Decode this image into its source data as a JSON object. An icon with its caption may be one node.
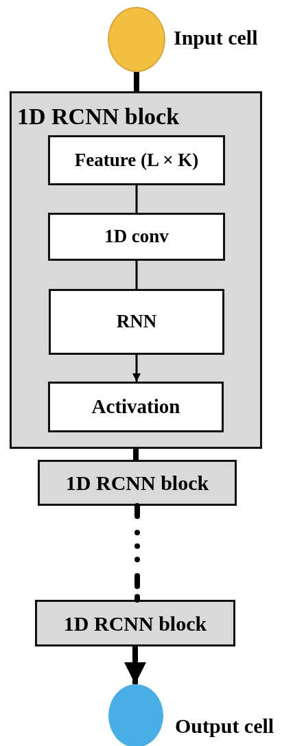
{
  "diagram": {
    "nodes": [
      {
        "text": [],
        "shape": "circle",
        "beside": [
          "Input cell"
        ]
      },
      {
        "text": [
          "1D RCNN block"
        ]
      },
      {
        "text": [
          "Feature (L × K)"
        ],
        "in": 1
      },
      {
        "text": [
          "1D conv"
        ],
        "in": 1
      },
      {
        "text": [
          "RNN"
        ],
        "in": 1
      },
      {
        "text": [
          "Activation"
        ],
        "in": 1
      },
      {
        "text": [
          "1D RCNN block"
        ]
      },
      {
        "text": [
          "1D RCNN block"
        ]
      },
      {
        "text": [],
        "shape": "circle",
        "beside": [
          "Output cell"
        ]
      }
    ],
    "edges": [
      {
        "from": 0,
        "to": 1,
        "arrow": "none"
      },
      {
        "from": 2,
        "to": 3,
        "arrow": "none"
      },
      {
        "from": 3,
        "to": 4,
        "arrow": "none"
      },
      {
        "from": 4,
        "to": 5,
        "arrow": "to"
      },
      {
        "from": 1,
        "to": 6,
        "arrow": "none"
      },
      {
        "from": 6,
        "to": 7,
        "arrow": "none",
        "style": "dashed"
      },
      {
        "from": 7,
        "to": 8,
        "arrow": "to"
      }
    ]
  }
}
